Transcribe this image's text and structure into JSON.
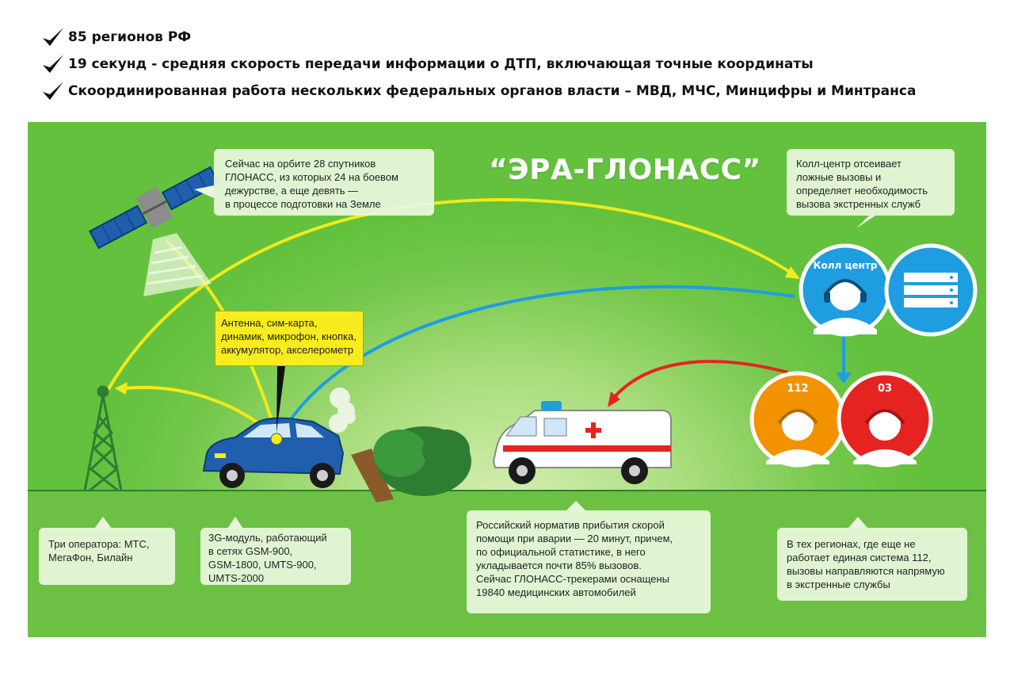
{
  "bullets": [
    "85 регионов РФ",
    "19 секунд - средняя скорость передачи информации о ДТП, включающая точные координаты",
    "Скоординированная работа нескольких федеральных органов власти – МВД, МЧС, Минцифры и Минтранса"
  ],
  "infographic": {
    "title": "“ЭРА-ГЛОНАСС”",
    "satellite_note": "Сейчас на орбите 28 спутников\nГЛОНАСС, из которых 24 на боевом\nдежурстве, а еще девять —\nв процессе подготовки на Земле",
    "callcenter_note": "Колл-центр отсеивает\nложные вызовы и\nопределяет необходимость\nвызова экстренных служб",
    "device_note": "Антенна, сим-карта,\nдинамик, микрофон, кнопка,\nаккумулятор, акселерометр",
    "operators_note": "Три оператора: МТС,\nМегаФон, Билайн",
    "module_note": "3G-модуль, работающий\nв сетях GSM-900,\nGSM-1800, UMTS-900,\nUMTS-2000",
    "norm_note": "Российский норматив прибытия скорой\nпомощи при аварии — 20 минут, причем,\nпо официальной статистике, в него\nукладывается почти 85% вызовов.\nСейчас ГЛОНАСС-трекерами оснащены\n19840 медицинских автомобилей",
    "regions_note": "В тех регионах, где еще не\nработает единая система 112,\nвызовы направляются напрямую\nв экстренные службы",
    "callcenter_label": "Колл центр",
    "service_112": "112",
    "service_03": "03"
  },
  "colors": {
    "green_dark": "#2e7d32",
    "yellow_signal": "#f2ea1a",
    "blue_signal": "#1e9ee0",
    "red_signal": "#e52421",
    "orange_service": "#f39200",
    "car_blue": "#1f5fae"
  },
  "icons": [
    "check-icon",
    "satellite-icon",
    "cell-tower-icon",
    "car-icon",
    "tree-icon",
    "ambulance-icon",
    "operator-icon",
    "server-icon"
  ]
}
